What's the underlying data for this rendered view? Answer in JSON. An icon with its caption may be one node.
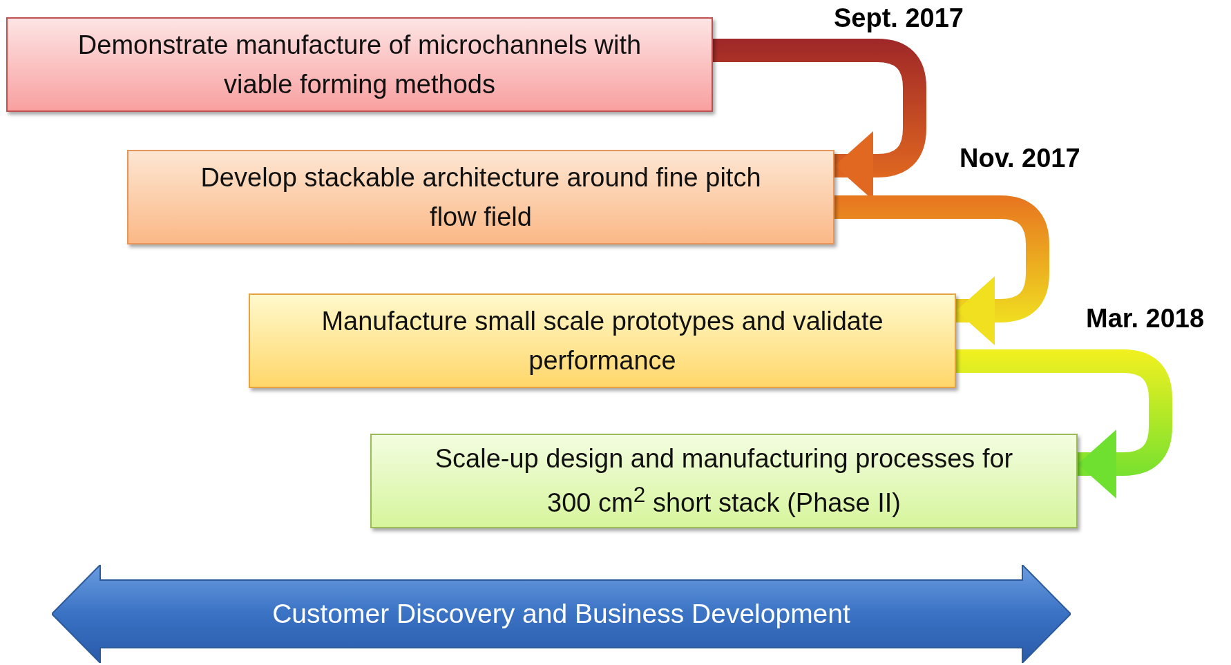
{
  "diagram": {
    "nodes": [
      {
        "text": [
          "Demonstrate manufacture of microchannels with viable forming methods"
        ]
      },
      {
        "text": [
          "Develop stackable architecture around fine pitch flow field"
        ]
      },
      {
        "text": [
          "Manufacture small scale prototypes and validate performance"
        ]
      },
      {
        "text": [
          "Scale-up design and manufacturing processes for 300 cm$^{2}$ short stack (Phase II)"
        ]
      },
      {
        "text": [
          "Customer Discovery and Business Development"
        ]
      }
    ],
    "edges": [
      {
        "from": 0,
        "to": 1,
        "arrow": "to",
        "label": "Sept. 2017",
        "style": "thick"
      },
      {
        "from": 1,
        "to": 2,
        "arrow": "to",
        "label": "Nov. 2017",
        "style": "thick"
      },
      {
        "from": 2,
        "to": 3,
        "arrow": "to",
        "label": "Mar. 2018",
        "style": "thick"
      }
    ]
  }
}
